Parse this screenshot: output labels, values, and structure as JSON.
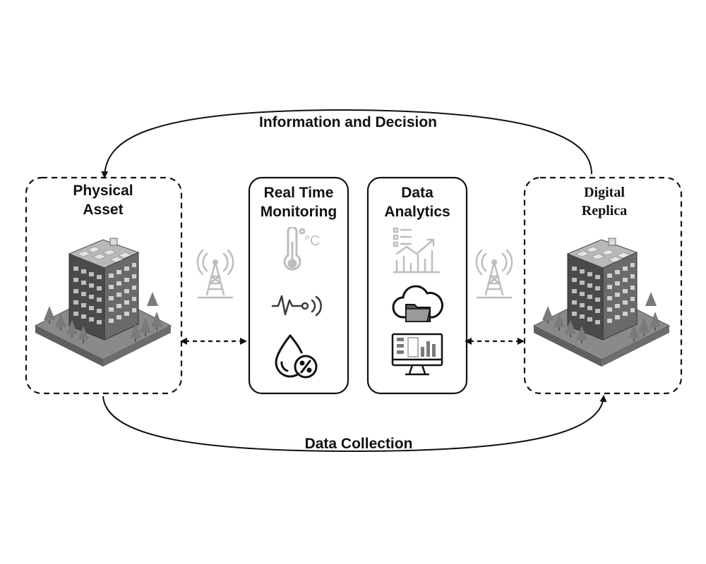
{
  "flows": {
    "top": "Information and Decision",
    "bottom": "Data Collection"
  },
  "nodes": {
    "physical": {
      "line1": "Physical",
      "line2": "Asset"
    },
    "monitoring": {
      "line1": "Real Time",
      "line2": "Monitoring"
    },
    "analytics": {
      "line1": "Data",
      "line2": "Analytics"
    },
    "replica": {
      "line1": "Digital",
      "line2": "Replica"
    }
  },
  "icons": {
    "physical": [
      "building-icon"
    ],
    "monitoring": [
      "thermometer-icon",
      "vibration-sensor-icon",
      "humidity-icon"
    ],
    "analytics": [
      "report-chart-icon",
      "cloud-folder-icon",
      "dashboard-monitor-icon"
    ],
    "links": [
      "antenna-tower-icon",
      "antenna-tower-icon"
    ],
    "replica": [
      "building-icon"
    ]
  },
  "monitoring_unit": "°C",
  "colors": {
    "stroke": "#111111",
    "icon_light": "#bdbdbd",
    "icon_dark": "#3a3a3a"
  }
}
